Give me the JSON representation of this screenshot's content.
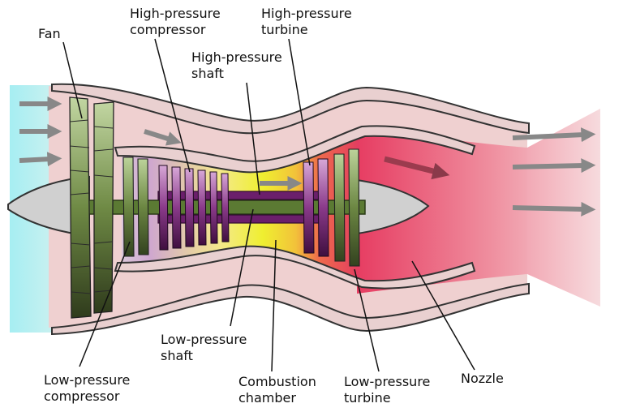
{
  "labels": {
    "fan": "Fan",
    "hp_compressor_1": "High-pressure",
    "hp_compressor_2": "compressor",
    "hp_turbine_1": "High-pressure",
    "hp_turbine_2": "turbine",
    "hp_shaft_1": "High-pressure",
    "hp_shaft_2": "shaft",
    "lp_shaft_1": "Low-pressure",
    "lp_shaft_2": "shaft",
    "lp_compressor_1": "Low-pressure",
    "lp_compressor_2": "compressor",
    "combustion_1": "Combustion",
    "combustion_2": "chamber",
    "lp_turbine_1": "Low-pressure",
    "lp_turbine_2": "turbine",
    "nozzle": "Nozzle"
  },
  "colors": {
    "intake_air": "#9fe8ee",
    "bypass_air": "#efcfcf",
    "casing": "#ecd3d3",
    "fan_blade_light": "#b9cf9a",
    "fan_blade_dark": "#323f1c",
    "hp_spool": "#6a1f6a",
    "hp_blade_light": "#c48bc4",
    "combustion_yellow": "#f2f036",
    "exhaust_red": "#e8385f",
    "spinner": "#cfcfcf",
    "arrow": "#888888"
  }
}
